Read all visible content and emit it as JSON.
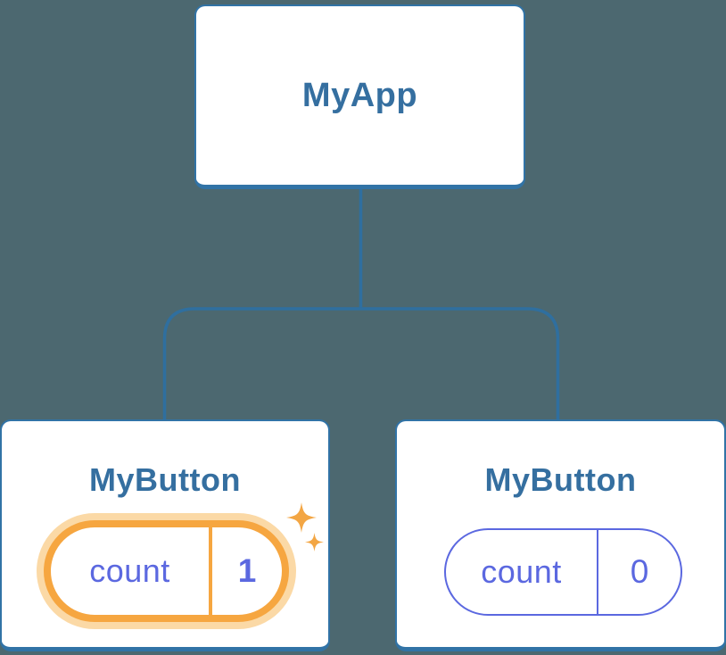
{
  "diagram": {
    "type": "component-tree",
    "background_color": "#4C6870",
    "connector_color": "#2F6F9F",
    "node_border_color": "#3173A6",
    "node_text_color": "#356FA0",
    "state_text_color": "#5B68E0",
    "highlight_color": "#F6A640",
    "highlight_halo_color": "#FBD9A6",
    "sparkle_color": "#F3A644",
    "root": {
      "label": "MyApp"
    },
    "children": [
      {
        "label": "MyButton",
        "highlighted": true,
        "state": {
          "name": "count",
          "value": "1"
        }
      },
      {
        "label": "MyButton",
        "highlighted": false,
        "state": {
          "name": "count",
          "value": "0"
        }
      }
    ]
  }
}
